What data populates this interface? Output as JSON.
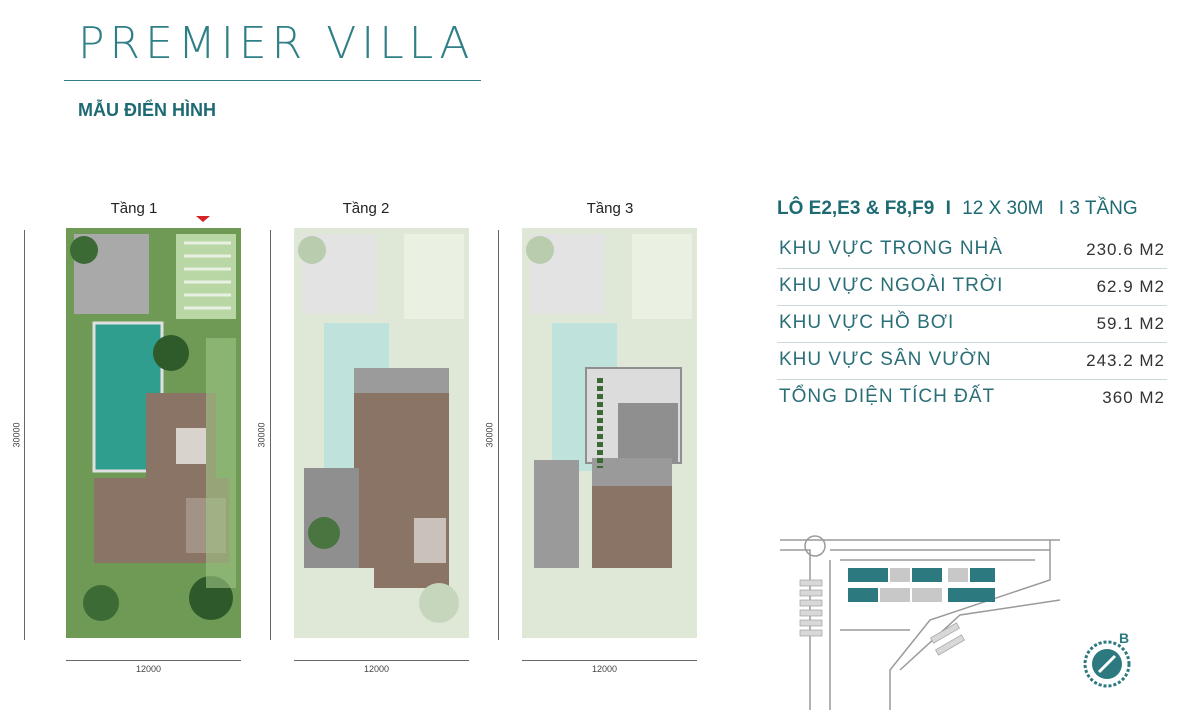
{
  "header": {
    "title": "PREMIER VILLA",
    "subtitle": "MẪU ĐIỂN HÌNH"
  },
  "plans": [
    {
      "label": "Tầng 1",
      "dim_height": "30000",
      "dim_width": "12000"
    },
    {
      "label": "Tầng 2",
      "dim_height": "30000",
      "dim_width": "12000"
    },
    {
      "label": "Tầng 3",
      "dim_height": "30000",
      "dim_width": "12000"
    }
  ],
  "specs": {
    "lot": "LÔ E2,E3 & F8,F9",
    "sep": "I",
    "size": "12 X 30M",
    "floors": "I 3 TẦNG",
    "rows": [
      {
        "label": "KHU VỰC TRONG NHÀ",
        "value": "230.6 M2"
      },
      {
        "label": "KHU VỰC NGOÀI TRỜI",
        "value": "62.9 M2"
      },
      {
        "label": "KHU VỰC HỒ BƠI",
        "value": "59.1 M2"
      },
      {
        "label": "KHU VỰC SÂN VƯỜN",
        "value": "243.2 M2"
      },
      {
        "label": "TỔNG DIỆN TÍCH ĐẤT",
        "value": "360 M2"
      }
    ]
  },
  "compass": {
    "letter": "B"
  },
  "colors": {
    "accent": "#2f7f86",
    "pool": "#2f9e8f",
    "lawn": "#7fae5a",
    "floor": "#8a7466",
    "highlight": "#2c7a80"
  }
}
